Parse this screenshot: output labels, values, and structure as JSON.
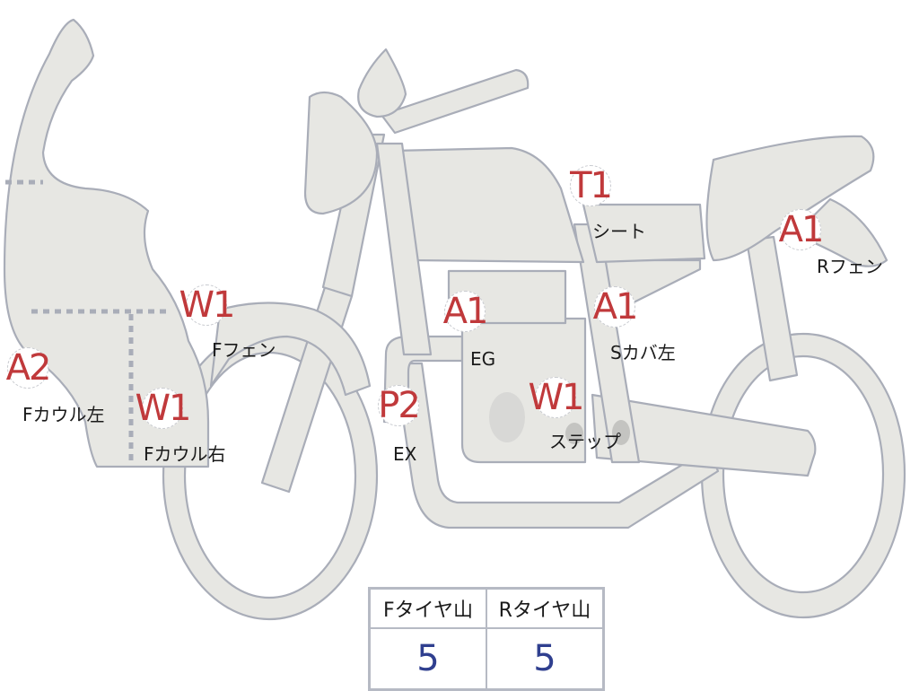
{
  "diagram": {
    "type": "motorcycle-damage-map",
    "colors": {
      "part_fill": "#e7e7e3",
      "part_stroke": "#a9adb8",
      "grade_code": "#c0393b",
      "tire_value": "#2f3f8f"
    },
    "markers": [
      {
        "code": "A2",
        "label": "Fカウル左"
      },
      {
        "code": "W1",
        "label": "Fカウル右"
      },
      {
        "code": "W1",
        "label": "Fフェン"
      },
      {
        "code": "P2",
        "label": "EX"
      },
      {
        "code": "A1",
        "label": "EG"
      },
      {
        "code": "W1",
        "label": "ステップ"
      },
      {
        "code": "T1",
        "label": "シート"
      },
      {
        "code": "A1",
        "label": "Sカバ左"
      },
      {
        "code": "A1",
        "label": "Rフェン"
      }
    ]
  },
  "tire_table": {
    "headers": [
      "Fタイヤ山",
      "Rタイヤ山"
    ],
    "values": [
      "5",
      "5"
    ]
  }
}
